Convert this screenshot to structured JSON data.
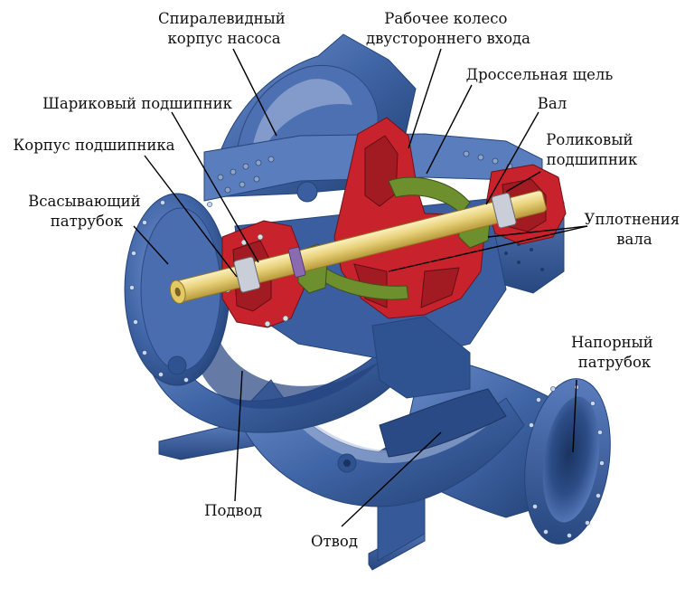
{
  "labels": {
    "spiral_casing": [
      "Спиралевидный",
      "корпус насоса"
    ],
    "impeller": [
      "Рабочее колесо",
      "двустороннего входа"
    ],
    "ball_bearing": [
      "Шариковый подшипник"
    ],
    "throttle_gap": [
      "Дроссельная щель"
    ],
    "shaft": [
      "Вал"
    ],
    "bearing_housing": [
      "Корпус подшипника"
    ],
    "roller_bearing": [
      "Роликовый",
      "подшипник"
    ],
    "suction_nozzle": [
      "Всасывающий",
      "патрубок"
    ],
    "shaft_seals": [
      "Уплотнения",
      "вала"
    ],
    "discharge_nozzle": [
      "Напорный",
      "патрубок"
    ],
    "inlet": [
      "Подвод"
    ],
    "outlet": [
      "Отвод"
    ]
  },
  "colors": {
    "casing_blue": "#3f64a5",
    "casing_dark": "#25467e",
    "impeller_red": "#c8232c",
    "seal_green": "#6d8f2e",
    "shaft_yellow": "#e8d27a"
  }
}
